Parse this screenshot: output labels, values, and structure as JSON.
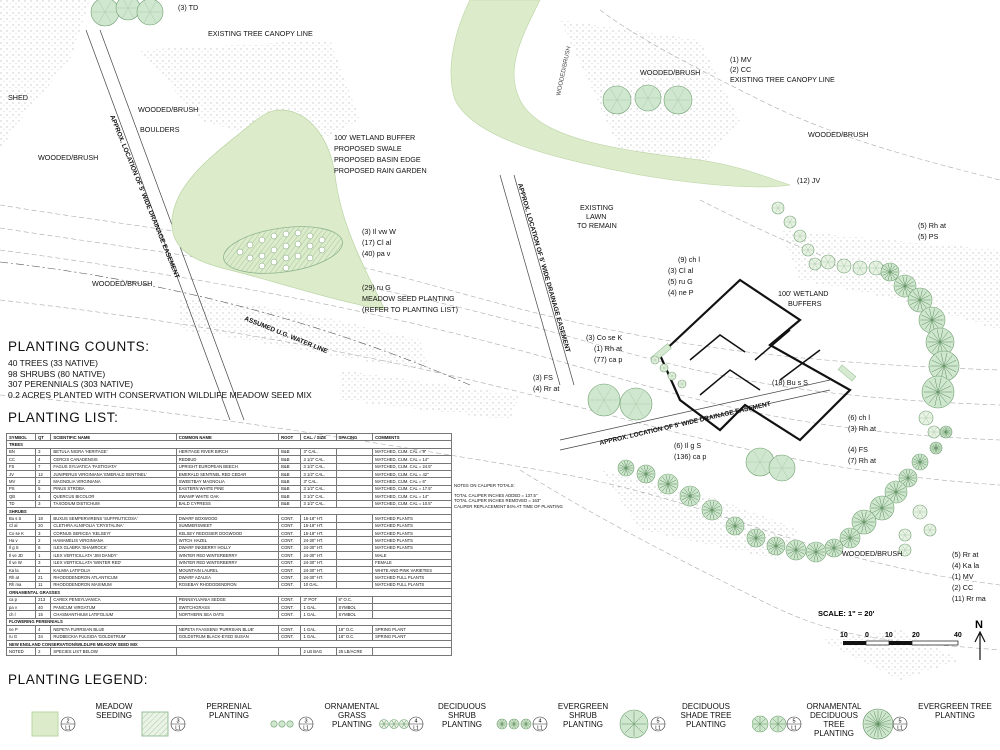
{
  "plan": {
    "tree_canopy_line_1": "EXISTING TREE CANOPY LINE",
    "tree_canopy_line_2": "EXISTING TREE CANOPY LINE",
    "wooded_brush": "WOODED/BRUSH",
    "shed": "SHED",
    "boulders": "BOULDERS",
    "drainage_5": "APPROX. LOCATION OF 5' WIDE DRAINAGE EASEMENT",
    "water_line": "ASSUMED U.G. WATER LINE",
    "existing_lawn": [
      "EXISTING",
      "LAWN",
      "TO REMAIN"
    ],
    "wetland_buffers": [
      "100' WETLAND",
      "BUFFERS"
    ],
    "wetland_list": [
      "100' WETLAND BUFFER",
      "PROPOSED SWALE",
      "PROPOSED BASIN EDGE",
      "PROPOSED RAIN GARDEN"
    ],
    "meadow_seed": [
      "MEADOW SEED PLANTING",
      "(REFER TO PLANTING LIST)"
    ],
    "labels": {
      "top_td": "(3) TD",
      "top_mv": "(1) MV",
      "top_cc": "(2) CC",
      "basin_1": "(3) Il vw W",
      "basin_2": "(17) Cl al",
      "basin_3": "(40) pa v",
      "rug_1": "(29) ru G",
      "jv": "(12) JV",
      "rh_at_1": "(5) Rh at",
      "ps_1": "(5) PS",
      "chl_1": "(9) ch l",
      "clal_2": "(3) Cl al",
      "rug_2": "(5) ru G",
      "neP": "(4) ne P",
      "cosek": "(3) Co se K",
      "rhat_2": "(1) Rh at",
      "cap_1": "(77) ca p",
      "fs_1": "(3) FS",
      "rrat_1": "(4) Rr at",
      "buss": "(18) Bu s S",
      "chl_2": "(6) ch l",
      "rhat_3": "(3) Rh at",
      "fs_2": "(4) FS",
      "rhat_4": "(7) Rh at",
      "ilgs": "(6) Il g S",
      "cap_2": "(136) ca p",
      "rrat_2": "(5) Rr at",
      "kala": "(4) Ka la",
      "mv_2": "(1) MV",
      "cc_2": "(2) CC",
      "rrma": "(11) Rr ma"
    },
    "scale_label": "SCALE: 1\" = 20'",
    "scale_ticks": [
      "10",
      "0",
      "10",
      "20",
      "40"
    ],
    "north": "N"
  },
  "counts": {
    "title": "PLANTING COUNTS:",
    "lines": [
      "40 TREES (33 NATIVE)",
      "98 SHRUBS (80 NATIVE)",
      "307 PERENNIALS (303 NATIVE)",
      "0.2 ACRES PLANTED WITH CONSERVATION WILDLIFE MEADOW SEED MIX"
    ]
  },
  "planting_list": {
    "title": "PLANTING LIST:",
    "headers": [
      "SYMBOL",
      "QT",
      "SCIENTIFIC NAME",
      "COMMON NAME",
      "ROOT",
      "CAL. / SIZE",
      "SPACING",
      "COMMENTS"
    ],
    "rows": [
      [
        "TREES",
        "",
        "",
        "",
        "",
        "",
        "",
        ""
      ],
      [
        "BN",
        "3",
        "BETULA NIGRA 'HERITAGE'",
        "HERITAGE RIVER BIRCH",
        "B&B",
        "3\" CAL.",
        "",
        "MATCHED, CUM. CAL = 9\""
      ],
      [
        "CC",
        "4",
        "CERCIS CANADENSIS",
        "REDBUD",
        "B&B",
        "3 1/2\" CAL.",
        "",
        "MATCHED, CUM. CAL = 14\""
      ],
      [
        "FS",
        "7",
        "FAGUS SYLVATICA 'FASTIGIATA'",
        "UPRIGHT EUROPEAN BEECH",
        "B&B",
        "3 1/2\" CAL.",
        "",
        "MATCHED, CUM. CAL = 24.5\""
      ],
      [
        "JV",
        "12",
        "JUNIPERUS VIRGINIANA 'EMERALD SENTINEL'",
        "EMERALD SENTINEL RED CEDAR",
        "B&B",
        "3 1/2\" CAL.",
        "",
        "MATCHED, CUM. CAL = 42\""
      ],
      [
        "MV",
        "2",
        "MAGNOLIA VIRGINIANA",
        "SWEETBAY MAGNOLIA",
        "B&B",
        "3\" CAL.",
        "",
        "MATCHED, CUM. CAL = 6\""
      ],
      [
        "PS",
        "5",
        "PINUS STROBA",
        "EASTERN WHITE PINE",
        "B&B",
        "3 1/2\" CAL.",
        "",
        "MATCHED, CUM. CAL = 17.5\""
      ],
      [
        "QB",
        "4",
        "QUERCUS BICOLOR",
        "SWAMP WHITE OAK",
        "B&B",
        "3 1/2\" CAL.",
        "",
        "MATCHED, CUM. CAL = 14\""
      ],
      [
        "TD",
        "3",
        "TAXODIUM DISTICHUM",
        "BALD CYPRESS",
        "B&B",
        "3 1/2\" CAL.",
        "",
        "MATCHED, CUM. CAL = 10.5\""
      ],
      [
        "SHRUBS",
        "",
        "",
        "",
        "",
        "",
        "",
        ""
      ],
      [
        "Bu s S",
        "18",
        "BUXUS SEMPERVIRENS 'SUFFRUTICOSA'",
        "DWARF BOXWOOD",
        "CONT.",
        "15-18\" HT.",
        "",
        "MATCHED PLANTS"
      ],
      [
        "Cl al",
        "20",
        "CLETHRA ALNIFOLIA 'CRYSTALINA'",
        "SUMMERSWEET",
        "CONT.",
        "15-18\" HT.",
        "",
        "MATCHED PLANTS"
      ],
      [
        "Co se K",
        "3",
        "CORNUS SERICEA 'KELSEYI'",
        "KELSEY REDOSIER DOGWOOD",
        "CONT.",
        "15-18\" HT.",
        "",
        "MATCHED PLANTS"
      ],
      [
        "Ha v",
        "2",
        "HAMAMELIS VIRGINIANA",
        "WITCH HAZEL",
        "CONT.",
        "24-30\" HT.",
        "",
        "MATCHED PLANTS"
      ],
      [
        "Il g S",
        "6",
        "ILEX GLABRA 'SHAMROCK'",
        "DWARF INKBERRY HOLLY",
        "CONT.",
        "24-30\" HT.",
        "",
        "MATCHED PLANTS"
      ],
      [
        "Il ve JD",
        "1",
        "ILEX VERTICILLATA 'JIM DANDY'",
        "WINTER RED WINTERBERRY",
        "CONT.",
        "24-30\" HT.",
        "",
        "MALE"
      ],
      [
        "Il ve W",
        "3",
        "ILEX VERTICILLATA 'WINTER RED'",
        "WINTER RED WINTERBERRY",
        "CONT.",
        "24-30\" HT.",
        "",
        "FEMALE"
      ],
      [
        "Ka la",
        "4",
        "KALMIA LATIFOLIA",
        "MOUNTAIN LAUREL",
        "CONT.",
        "24-30\" HT.",
        "",
        "WHITE AND PINK VARIETIES"
      ],
      [
        "Rh at",
        "21",
        "RHODODENDRON ATLANTICUM",
        "DWARF AZALEA",
        "CONT.",
        "24-30\" HT.",
        "",
        "MATCHED FULL PLANTS"
      ],
      [
        "Rh ma",
        "11",
        "RHODODENDRON MAXIMUM",
        "ROSEBAY RHODODENDRON",
        "CONT.",
        "10 GAL.",
        "",
        "MATCHED FULL PLANTS"
      ],
      [
        "ORNAMENTAL GRASSES",
        "",
        "",
        "",
        "",
        "",
        "",
        ""
      ],
      [
        "ca p",
        "213",
        "CAREX PENSYLVANICA",
        "PENNSYLVANIA SEDGE",
        "CONT.",
        "3\" POT",
        "8\" O.C.",
        ""
      ],
      [
        "pa v",
        "40",
        "PANICUM VIRGATUM",
        "SWITCHGRASS",
        "CONT.",
        "1 GAL.",
        "SYMBOL",
        ""
      ],
      [
        "ch l",
        "15",
        "CHASMANTHIUM LATIFOLIUM",
        "NORTHERN SEA OATS",
        "CONT.",
        "1 GAL.",
        "SYMBOL",
        ""
      ],
      [
        "FLOWERING PERENNIALS",
        "",
        "",
        "",
        "",
        "",
        "",
        ""
      ],
      [
        "ne P",
        "4",
        "NEPETA FURRSIAN BLUE",
        "NEPETA FAASSENII 'PURRSIAN BLUE'",
        "CONT.",
        "1 GAL.",
        "18\" O.C.",
        "SPRING PLANT"
      ],
      [
        "ru G",
        "34",
        "RUDBECKIA FULGIDA 'GOLDSTRUM'",
        "GOLDSTRUM BLACK-EYED SUSAN",
        "CONT.",
        "1 GAL.",
        "18\" O.C.",
        "SPRING PLANT"
      ],
      [
        "NEW ENGLAND CONSERVATION/WILDLIFE MEADOW SEED MIX",
        "",
        "",
        "",
        "",
        "",
        "",
        ""
      ],
      [
        "NOTED",
        "2",
        "SPECIES LIST BELOW",
        "",
        "",
        "2 LB BAG",
        "25 LB/ACRE",
        ""
      ]
    ]
  },
  "notes": {
    "lines": [
      "NOTES ON CALIPER TOTALS:",
      "",
      "TOTAL CALIPER INCHES ADDED = 137.5\"",
      "TOTAL CALIPER INCHES REMOVED = 163\"",
      "CALIPER REPLACEMENT 84% AT TIME OF PLANTING"
    ]
  },
  "legend": {
    "title": "PLANTING LEGEND:",
    "items": [
      {
        "label": "MEADOW SEEDING",
        "code_top": "2",
        "code_bottom": "L1"
      },
      {
        "label": "PERRENIAL PLANTING",
        "code_top": "3",
        "code_bottom": "L1"
      },
      {
        "label": "ORNAMENTAL GRASS PLANTING",
        "code_top": "3",
        "code_bottom": "L1"
      },
      {
        "label": "DECIDUOUS SHRUB PLANTING",
        "code_top": "4",
        "code_bottom": "L1"
      },
      {
        "label": "EVERGREEN SHRUB PLANTING",
        "code_top": "4",
        "code_bottom": "L1"
      },
      {
        "label": "DECIDUOUS SHADE TREE PLANTING",
        "code_top": "5",
        "code_bottom": "L1"
      },
      {
        "label": "ORNAMENTAL DECIDUOUS TREE PLANTING",
        "code_top": "5",
        "code_bottom": "L1"
      },
      {
        "label": "EVERGREEN TREE PLANTING",
        "code_top": "5",
        "code_bottom": "L1"
      }
    ]
  },
  "colors": {
    "meadow_fill": "#dcebc9",
    "tree_fill": "#cfe6cf",
    "tree_dark": "#a9cda9",
    "line": "#333333",
    "building": "#111111"
  }
}
